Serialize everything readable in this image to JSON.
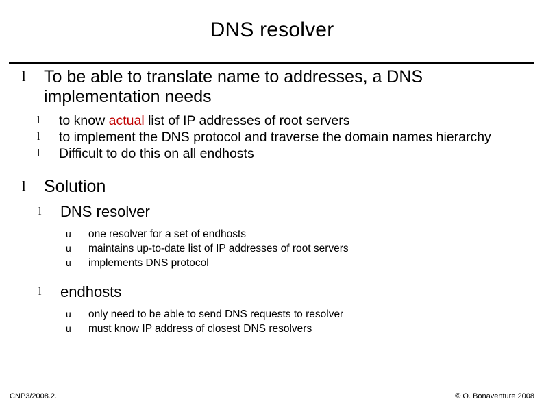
{
  "slide": {
    "title": "DNS resolver",
    "accent_color": "#C00000",
    "text_color": "#000000",
    "background_color": "#FFFFFF",
    "bullet_marks": {
      "level1": "l",
      "level2": "l",
      "level3": "u"
    },
    "content": {
      "main_bullet": "To be able to translate name to addresses, a DNS implementation needs",
      "requirements": [
        {
          "prefix": "to know ",
          "highlight": "actual",
          "suffix": " list of IP addresses of root servers"
        },
        {
          "prefix": "to implement the DNS protocol and traverse the domain names hierarchy",
          "highlight": "",
          "suffix": ""
        },
        {
          "prefix": "Difficult to do this on all endhosts",
          "highlight": "",
          "suffix": ""
        }
      ],
      "solution_heading": "Solution",
      "solution_groups": [
        {
          "label": "DNS resolver",
          "items": [
            "one resolver for a set of endhosts",
            "maintains up-to-date list of IP addresses of root servers",
            "implements DNS protocol"
          ]
        },
        {
          "label": "endhosts",
          "items": [
            "only need to be able to send DNS requests to resolver",
            "must know IP address of closest DNS resolvers"
          ]
        }
      ]
    },
    "footer": {
      "left": "CNP3/2008.2.",
      "right": "© O. Bonaventure 2008"
    }
  }
}
